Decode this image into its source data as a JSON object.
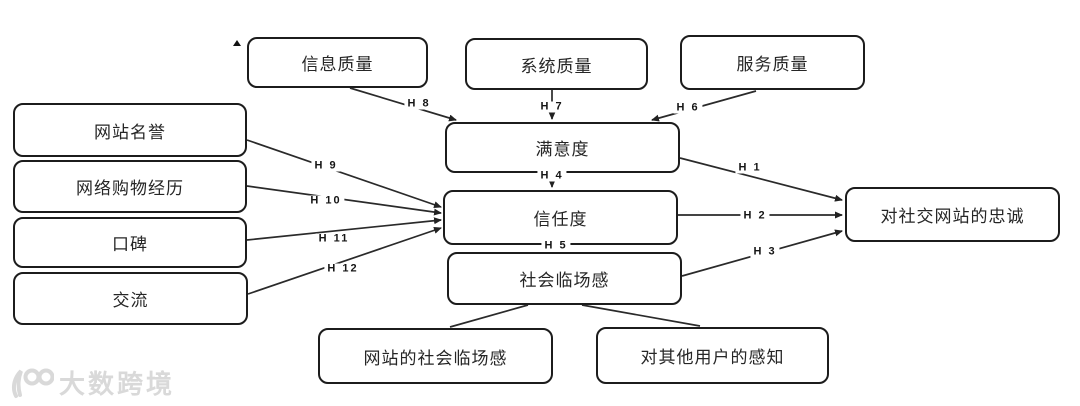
{
  "nodes": {
    "info_quality": {
      "label": "信息质量"
    },
    "system_quality": {
      "label": "系统质量"
    },
    "service_quality": {
      "label": "服务质量"
    },
    "site_reputation": {
      "label": "网站名誉"
    },
    "shopping_experience": {
      "label": "网络购物经历"
    },
    "word_of_mouth": {
      "label": "口碑"
    },
    "communication": {
      "label": "交流"
    },
    "satisfaction": {
      "label": "满意度"
    },
    "trust": {
      "label": "信任度"
    },
    "social_presence": {
      "label": "社会临场感"
    },
    "loyalty": {
      "label": "对社交网站的忠诚"
    },
    "site_social_presence": {
      "label": "网站的社会临场感"
    },
    "perception_of_other_users": {
      "label": "对其他用户的感知"
    }
  },
  "hypotheses": {
    "h1": "H 1",
    "h2": "H 2",
    "h3": "H 3",
    "h4": "H 4",
    "h5": "H 5",
    "h6": "H 6",
    "h7": "H 7",
    "h8": "H 8",
    "h9": "H 9",
    "h10": "H 10",
    "h11": "H 11",
    "h12": "H 12"
  },
  "edges": [
    {
      "from": "信息质量",
      "to": "满意度",
      "label": "H 8"
    },
    {
      "from": "系统质量",
      "to": "满意度",
      "label": "H 7"
    },
    {
      "from": "服务质量",
      "to": "满意度",
      "label": "H 6"
    },
    {
      "from": "满意度",
      "to": "对社交网站的忠诚",
      "label": "H 1"
    },
    {
      "from": "信任度",
      "to": "对社交网站的忠诚",
      "label": "H 2"
    },
    {
      "from": "社会临场感",
      "to": "对社交网站的忠诚",
      "label": "H 3"
    },
    {
      "from": "满意度",
      "to": "信任度",
      "label": "H 4"
    },
    {
      "from": "信任度",
      "to": "社会临场感",
      "label": "H 5"
    },
    {
      "from": "网站名誉",
      "to": "信任度",
      "label": "H 9"
    },
    {
      "from": "网络购物经历",
      "to": "信任度",
      "label": "H 10"
    },
    {
      "from": "口碑",
      "to": "信任度",
      "label": "H 11"
    },
    {
      "from": "交流",
      "to": "信任度",
      "label": "H 12"
    },
    {
      "from": "网站的社会临场感",
      "to": "社会临场感",
      "label": ""
    },
    {
      "from": "对其他用户的感知",
      "to": "社会临场感",
      "label": ""
    }
  ],
  "watermark": {
    "text": "大数跨境",
    "logo": "100-logo"
  },
  "colors": {
    "background": "#ffffff",
    "line": "#222222",
    "box_border": "#1c1c1c",
    "watermark": "#d9d9d9"
  }
}
